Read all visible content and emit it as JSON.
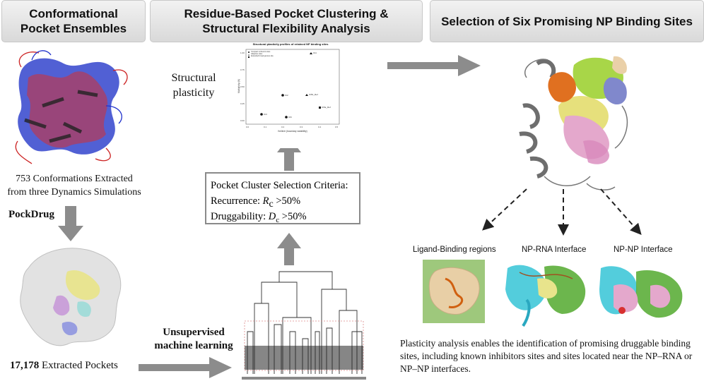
{
  "headers": {
    "left": [
      "Conformational",
      "Pocket Ensembles"
    ],
    "middle": [
      "Residue-Based Pocket Clustering &",
      "Structural Flexibility Analysis"
    ],
    "right": "Selection of Six Promising NP Binding Sites"
  },
  "left": {
    "conformations_line1": "753 Conformations Extracted",
    "conformations_line2": "from three Dynamics Simulations",
    "tool": "PockDrug",
    "pockets_count": "17,178",
    "pockets_label": "Extracted Pockets"
  },
  "middle": {
    "plasticity_line1": "Structural",
    "plasticity_line2": "plasticity",
    "criteria_title": "Pocket Cluster Selection Criteria:",
    "recurrence_label": "Recurrence:",
    "recurrence_symbol": "R",
    "recurrence_sub": "c",
    "recurrence_value": ">50%",
    "druggability_label": "Druggability:",
    "druggability_symbol": "D",
    "druggability_sub": "c",
    "druggability_value": ">50%",
    "ml_line1": "Unsupervised",
    "ml_line2": "machine learning"
  },
  "inset_plot": {
    "title": "Structural plasticity profiles of retained NP binding sites",
    "xlabel": "Kmliner (boundary variability)",
    "ylabel": "Multiplicity (N)",
    "legend": [
      "Compact coherent sites",
      "Adaptive sites",
      "Extended broad groove site"
    ]
  },
  "right": {
    "label_ligand": "Ligand-Binding regions",
    "label_rna": "NP-RNA Interface",
    "label_np": "NP-NP Interface",
    "summary": "Plasticity analysis enables the identification of promising druggable binding sites, including known inhibitors sites and sites located near the NP–RNA or NP–NP interfaces."
  },
  "colors": {
    "arrow": "#8c8c8c",
    "header_bg": "#e2e2e2",
    "protein_blue": "#2233cc",
    "protein_red": "#cc2222",
    "pocket_green": "#a8d648",
    "pocket_orange": "#e07020",
    "pocket_yellow": "#eee890",
    "pocket_pink": "#e4a8cc",
    "pocket_purple": "#8088cc",
    "pocket_tan": "#ead0a8"
  }
}
